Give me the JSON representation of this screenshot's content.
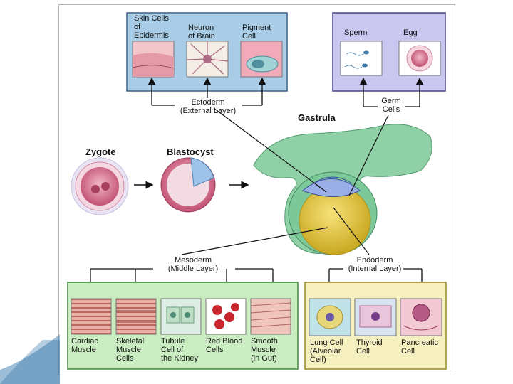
{
  "ectoderm_cells": [
    {
      "label": "Skin Cells\nof\nEpidermis"
    },
    {
      "label": "Neuron\nof Brain"
    },
    {
      "label": "Pigment\nCell"
    }
  ],
  "ectoderm": {
    "label": "Ectoderm\n(External Layer)"
  },
  "germ_cells": [
    {
      "label": "Sperm"
    },
    {
      "label": "Egg"
    }
  ],
  "germ": {
    "label": "Germ\nCells"
  },
  "stages": {
    "zygote": "Zygote",
    "blastocyst": "Blastocyst",
    "gastrula": "Gastrula"
  },
  "mesoderm": {
    "label": "Mesoderm\n(Middle Layer)"
  },
  "mesoderm_cells": [
    {
      "label": "Cardiac\nMuscle"
    },
    {
      "label": "Skeletal\nMuscle\nCells"
    },
    {
      "label": "Tubule\nCell of\nthe Kidney"
    },
    {
      "label": "Red Blood\nCells"
    },
    {
      "label": "Smooth\nMuscle\n(in Gut)"
    }
  ],
  "endoderm": {
    "label": "Endoderm\n(Internal Layer)"
  },
  "endoderm_cells": [
    {
      "label": "Lung Cell\n(Alveolar\nCell)"
    },
    {
      "label": "Thyroid\nCell"
    },
    {
      "label": "Pancreatic\nCell"
    }
  ],
  "colors": {
    "ectoderm_box": "#a9cde6",
    "germ_box": "#c9c6f0",
    "mesoderm_box": "#c9ecc0",
    "endoderm_box": "#f6efbf",
    "gastrula_green": "#8fd0a6",
    "gastrula_yellow": "#e4c93a",
    "cell_pink": "#d9738f",
    "accent_blue": "#4a86b8"
  }
}
